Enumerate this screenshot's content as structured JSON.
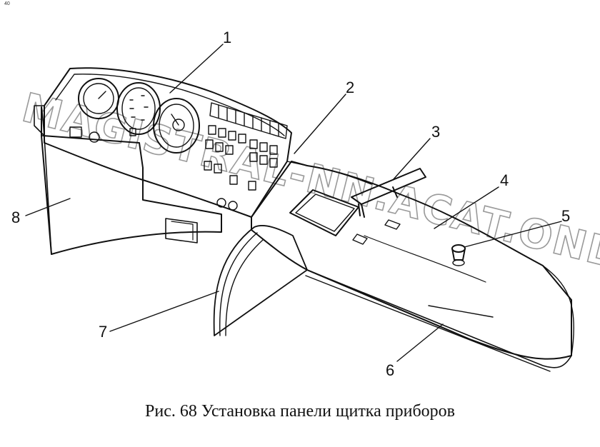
{
  "corner_mark": "40",
  "caption": "Рис. 68 Установка панели щитка приборов",
  "watermark": "MAGISTRAL-NN.ACAT.ONLINE",
  "callouts": [
    {
      "number": "1"
    },
    {
      "number": "2"
    },
    {
      "number": "3"
    },
    {
      "number": "4"
    },
    {
      "number": "5"
    },
    {
      "number": "6"
    },
    {
      "number": "7"
    },
    {
      "number": "8"
    }
  ]
}
